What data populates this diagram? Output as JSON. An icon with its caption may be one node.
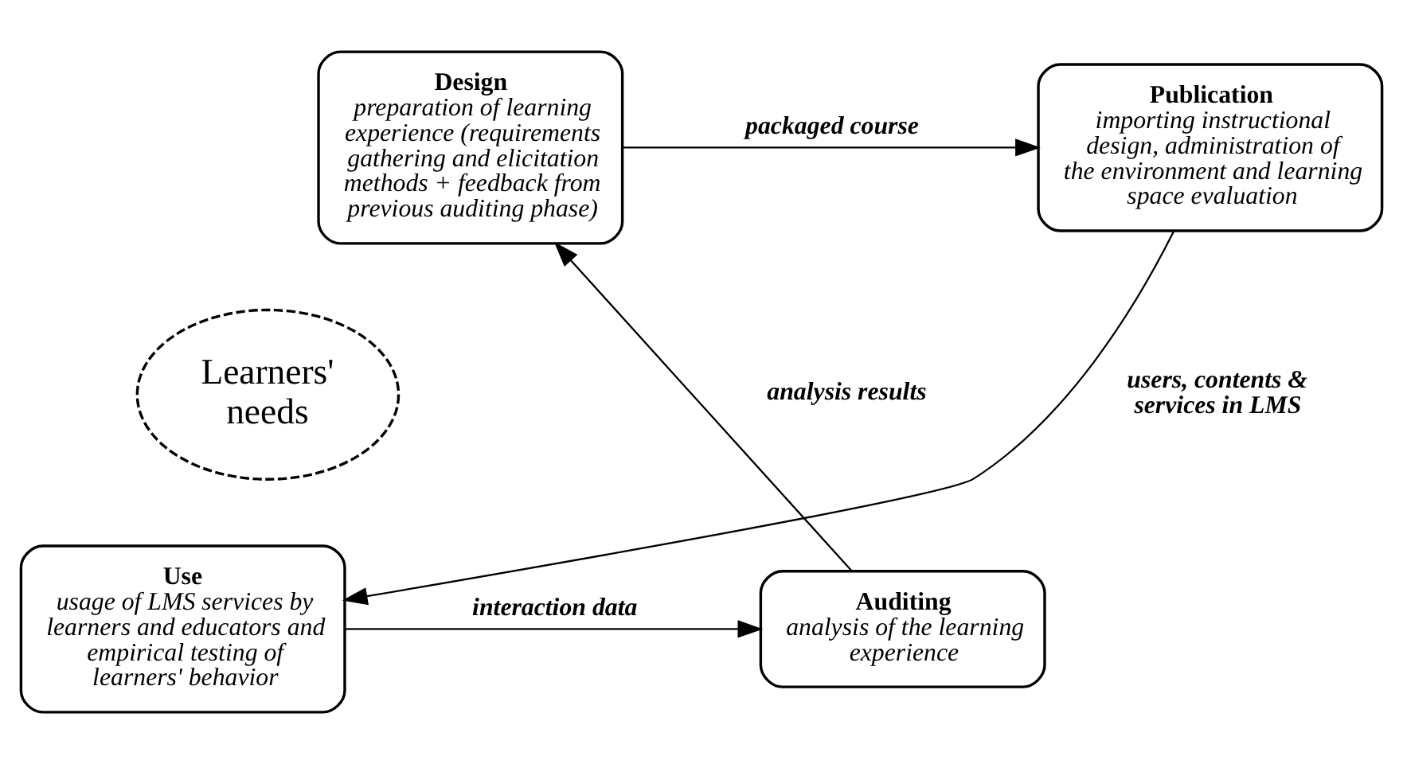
{
  "diagram": {
    "nodes": [
      {
        "text": [
          "Design",
          "preparation of learning experience (requirements gathering and elicitation methods + feedback from previous auditing phase)"
        ]
      },
      {
        "text": [
          "Publication",
          "importing instructional design, administration of the environment and learning space evaluation"
        ]
      },
      {
        "text": [
          "Use",
          "usage of LMS services by learners and educators and empirical testing of learners' behavior"
        ]
      },
      {
        "text": [
          "Auditing",
          "analysis of the learning experience"
        ]
      },
      {
        "text": [
          "Learners' needs"
        ]
      }
    ],
    "edges": [
      {
        "from": 0,
        "to": 1,
        "arrow": "to",
        "label": "packaged course"
      },
      {
        "from": 1,
        "to": 2,
        "arrow": "to",
        "label": "users, contents & services in LMS"
      },
      {
        "from": 2,
        "to": 3,
        "arrow": "to",
        "label": "interaction data"
      },
      {
        "from": 3,
        "to": 0,
        "arrow": "to",
        "label": "analysis results"
      }
    ]
  }
}
